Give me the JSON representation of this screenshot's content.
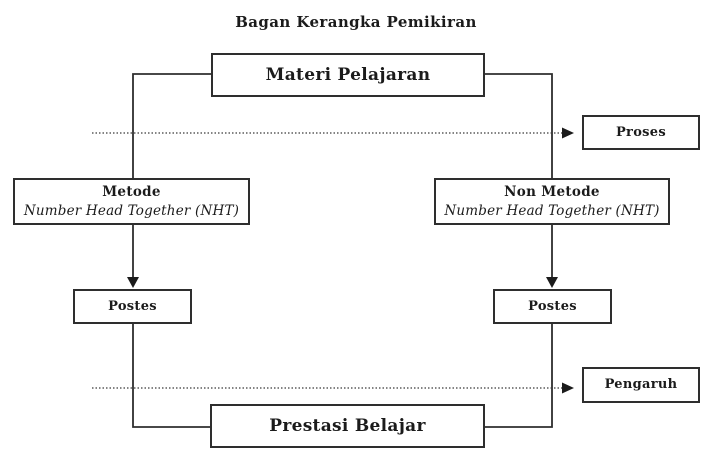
{
  "diagram": {
    "title": "Bagan Kerangka Pemikiran",
    "nodes": {
      "materi": {
        "label": "Materi Pelajaran"
      },
      "proses": {
        "label": "Proses"
      },
      "metode": {
        "label": "Metode",
        "sublabel": "Number Head Together (NHT)"
      },
      "non_metode": {
        "label": "Non Metode",
        "sublabel": "Number Head Together (NHT)"
      },
      "postes_left": {
        "label": "Postes"
      },
      "postes_right": {
        "label": "Postes"
      },
      "pengaruh": {
        "label": "Pengaruh"
      },
      "prestasi": {
        "label": "Prestasi Belajar"
      }
    },
    "edges": [
      {
        "from": "materi",
        "to": "metode",
        "style": "solid-elbow"
      },
      {
        "from": "materi",
        "to": "non_metode",
        "style": "solid-elbow"
      },
      {
        "from": "metode",
        "to": "postes_left",
        "style": "solid-arrow-down"
      },
      {
        "from": "non_metode",
        "to": "postes_right",
        "style": "solid-arrow-down"
      },
      {
        "from": "postes_left",
        "to": "prestasi",
        "style": "solid-elbow"
      },
      {
        "from": "postes_right",
        "to": "prestasi",
        "style": "solid-elbow"
      },
      {
        "from": "materi-metode-level",
        "to": "proses",
        "style": "dotted-arrow-right"
      },
      {
        "from": "postes-prestasi-level",
        "to": "pengaruh",
        "style": "dotted-arrow-right"
      }
    ],
    "colors": {
      "line": "#2e2e2e",
      "dotted_line": "#3a3a3a",
      "text": "#1b1b1b",
      "background": "#ffffff"
    }
  }
}
